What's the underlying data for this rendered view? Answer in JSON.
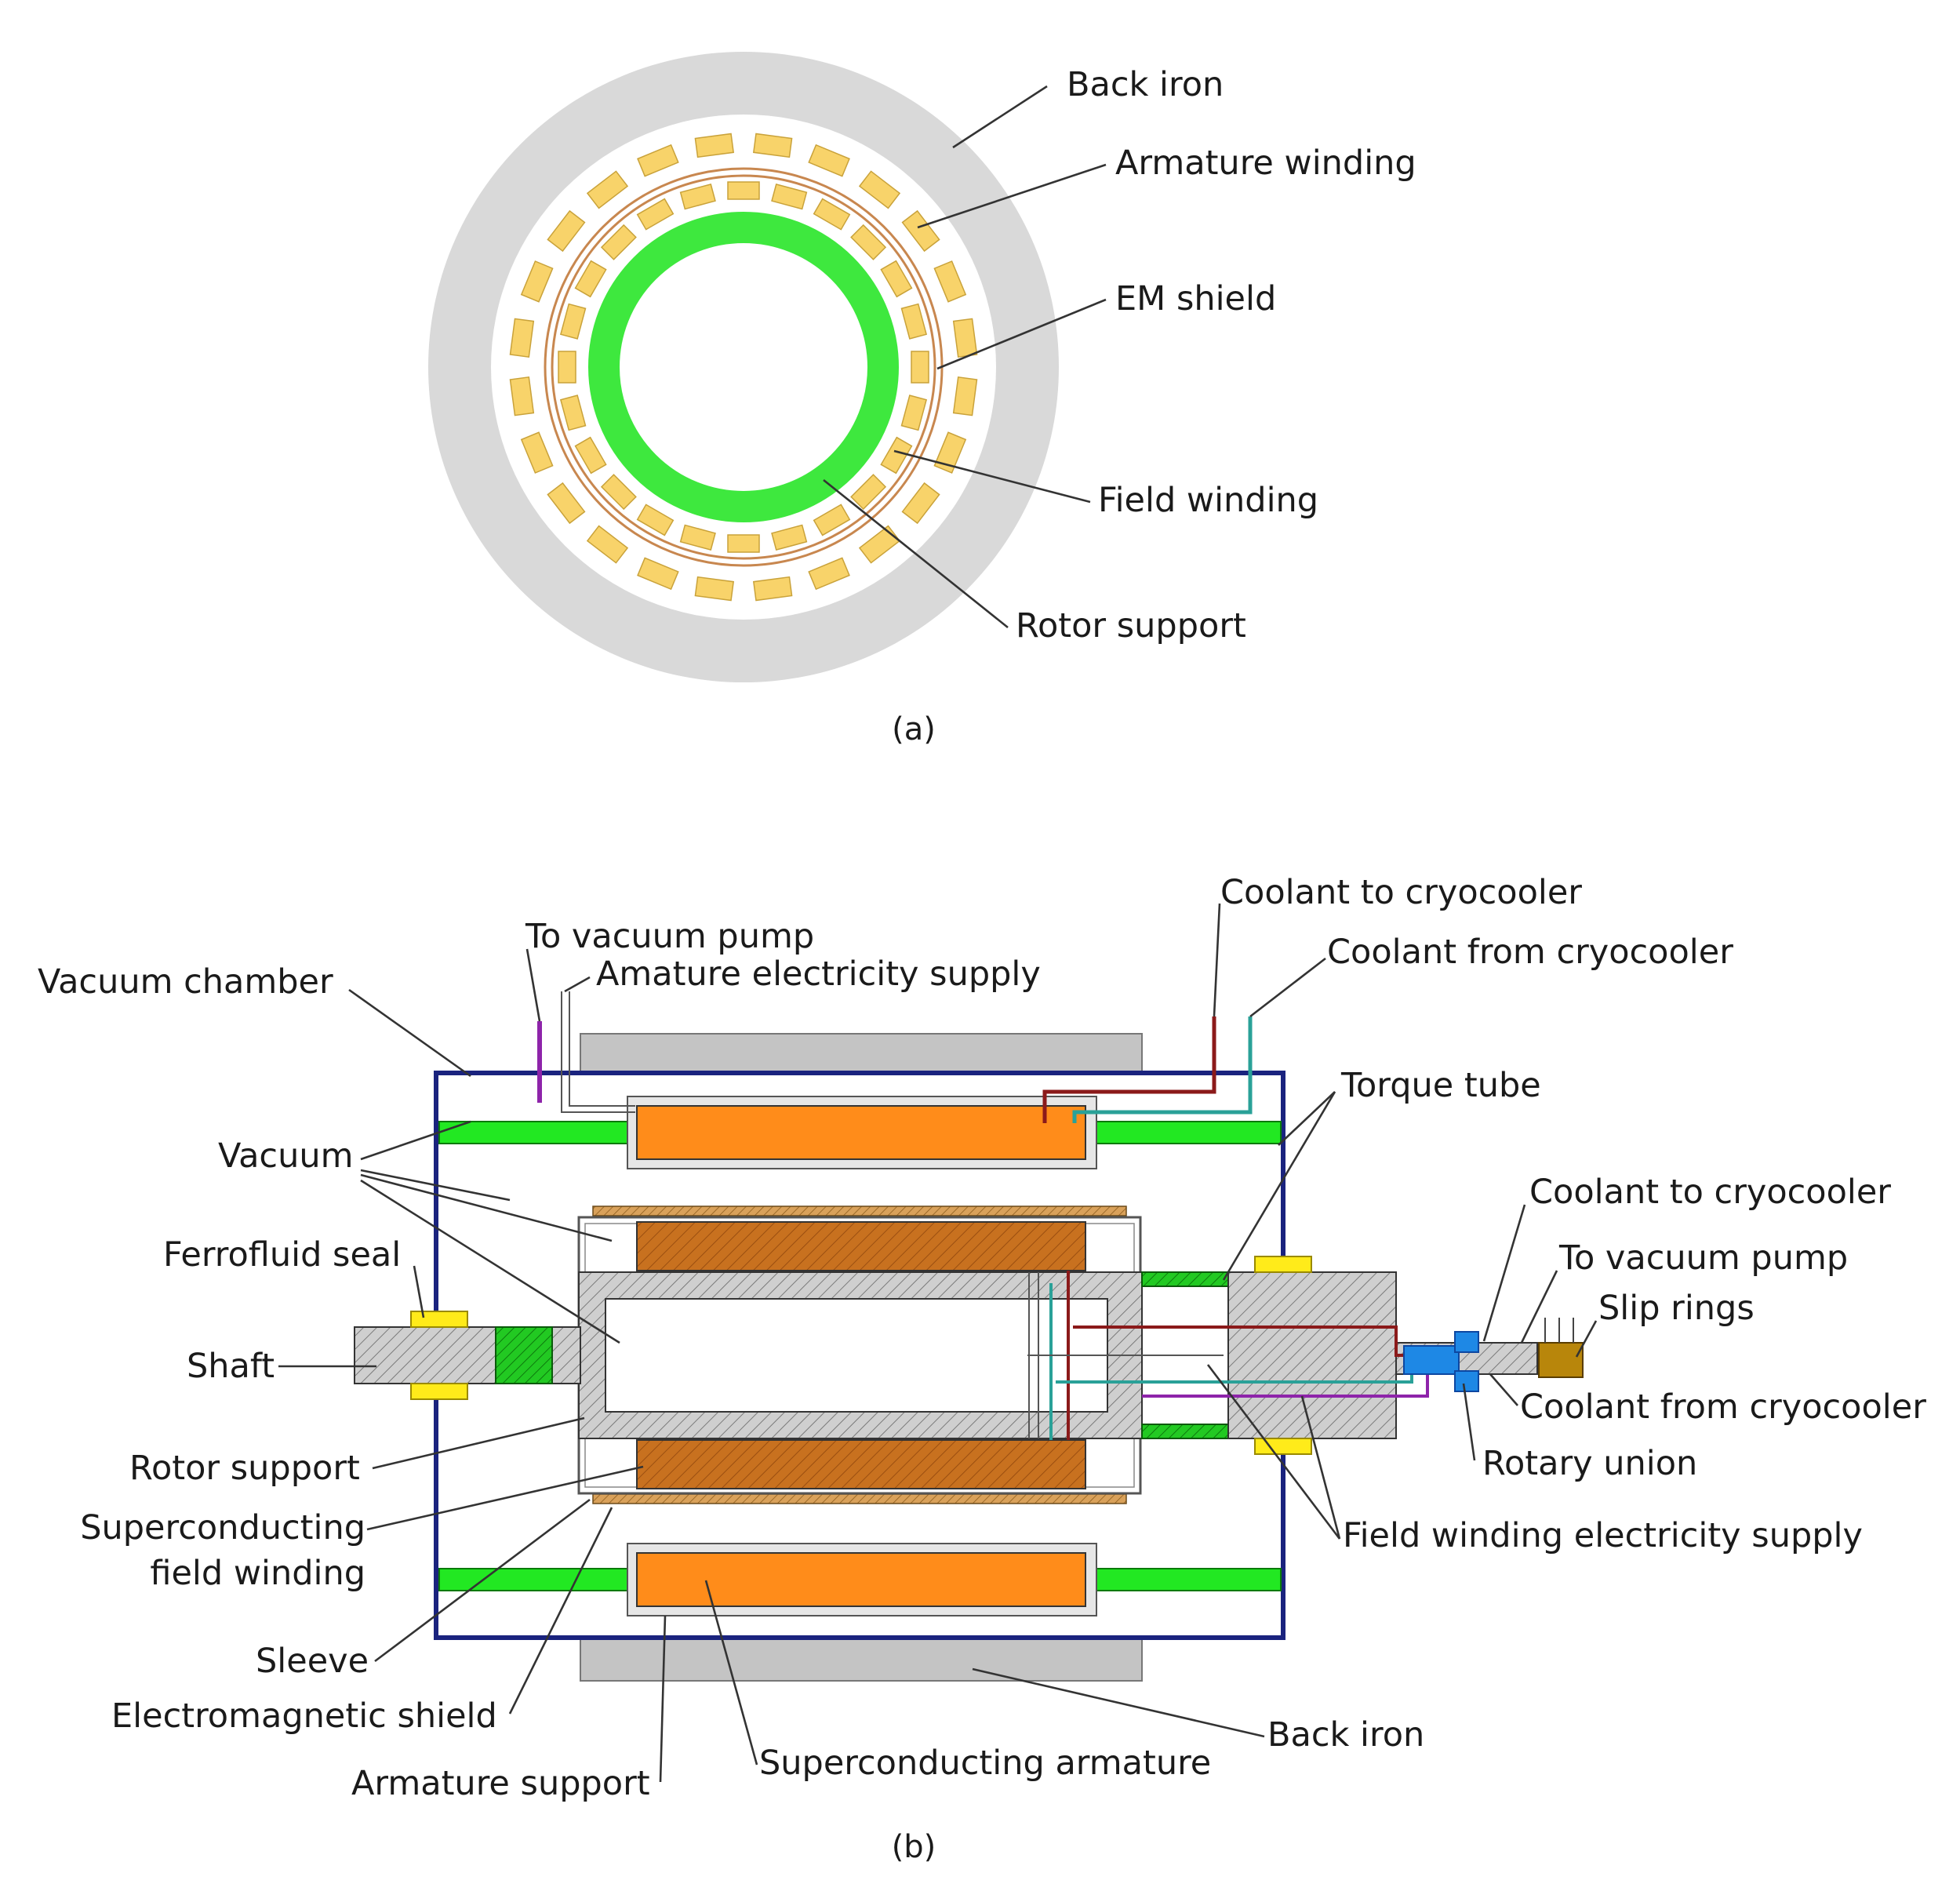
{
  "figure_a": {
    "caption": "(a)",
    "labels": {
      "back_iron": "Back iron",
      "armature_winding": "Armature winding",
      "em_shield": "EM shield",
      "field_winding": "Field winding",
      "rotor_support": "Rotor support"
    },
    "colors": {
      "back_iron": "#d9d9d9",
      "winding": "#f8d36a",
      "rotor_support": "#3ee83e",
      "em_shield": "#c8874f"
    }
  },
  "figure_b": {
    "caption": "(b)",
    "labels": {
      "to_vacuum_pump_top": "To vacuum pump",
      "amature_electricity_supply": "Amature electricity supply",
      "coolant_to_cryocooler_top": "Coolant to cryocooler",
      "coolant_from_cryocooler_top": "Coolant from cryocooler",
      "vacuum_chamber": "Vacuum chamber",
      "vacuum": "Vacuum",
      "torque_tube": "Torque tube",
      "ferrofluid_seal": "Ferrofluid seal",
      "coolant_to_cryocooler_right": "Coolant to cryocooler",
      "to_vacuum_pump_right": "To vacuum pump",
      "slip_rings": "Slip rings",
      "shaft": "Shaft",
      "coolant_from_cryocooler_right": "Coolant from cryocooler",
      "rotor_support": "Rotor support",
      "rotary_union": "Rotary union",
      "superconducting_field_winding_1": "Superconducting",
      "superconducting_field_winding_2": "field winding",
      "field_winding_electricity_supply": "Field winding electricity supply",
      "sleeve": "Sleeve",
      "electromagnetic_shield": "Electromagnetic shield",
      "back_iron": "Back iron",
      "superconducting_armature": "Superconducting armature",
      "armature_support": "Armature support"
    },
    "colors": {
      "chamber": "#1a237e",
      "green": "#22e822",
      "armature": "#ff8c1a",
      "field_winding": "#c66a1f",
      "back_iron": "#c4c4c4",
      "seal": "#ffeb1a",
      "rotary_union": "#1e88e5",
      "slip_rings": "#b8860b",
      "vacuum_line": "#8e24aa",
      "coolant_to": "#8b1a1a",
      "coolant_from": "#2aa198"
    }
  }
}
